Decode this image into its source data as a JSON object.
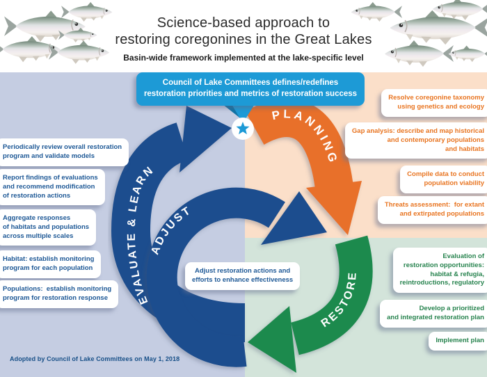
{
  "header": {
    "title_line1": "Science-based approach to",
    "title_line2": "restoring coregonines in the Great Lakes",
    "subtitle": "Basin-wide framework implemented at the lake-specific level"
  },
  "callout": {
    "text": "Council of Lake Committees defines/redefines\nrestoration priorities and metrics of restoration success"
  },
  "cycle": {
    "evaluate_label": "EVALUATE & LEARN",
    "planning_label": "PLANNING",
    "adjust_label": "ADJUST",
    "restore_label": "RESTORE"
  },
  "evaluate_items": [
    "Periodically review overall restoration\nprogram and validate models",
    "Report findings of evaluations\nand recommend modification\nof restoration actions",
    "Aggregate responses\nof habitats and populations\nacross multiple scales",
    "Habitat: establish monitoring\nprogram for each population",
    "Populations:  establish monitoring\nprogram for restoration response"
  ],
  "planning_items": [
    "Resolve coregonine taxonomy\nusing genetics and ecology",
    "Gap analysis: describe and map historical\nand contemporary populations\nand habitats",
    "Compile data to conduct\npopulation viability",
    "Threats assessment:  for extant\nand extirpated populations"
  ],
  "restore_items": [
    "Evaluation of\nrestoration opportunities:\nhabitat & refugia,\nreintroductions, regulatory",
    "Develop a prioritized\nand integrated restoration plan",
    "Implement plan"
  ],
  "adjust_note": "Adjust restoration actions and\nefforts to enhance effectiveness",
  "footer": "Adopted by Council of Lake Committees on May 1, 2018",
  "colors": {
    "callout_blue": "#1d9ad6",
    "dark_blue": "#1d4e8e",
    "orange": "#e8702a",
    "green": "#1f8a4d",
    "evaluate_bg": "#c5cde2",
    "planning_bg": "#fbdfc9",
    "restore_bg": "#d3e4da",
    "blue_text": "#1c5795",
    "orange_text": "#e87420",
    "green_text": "#27834e"
  }
}
